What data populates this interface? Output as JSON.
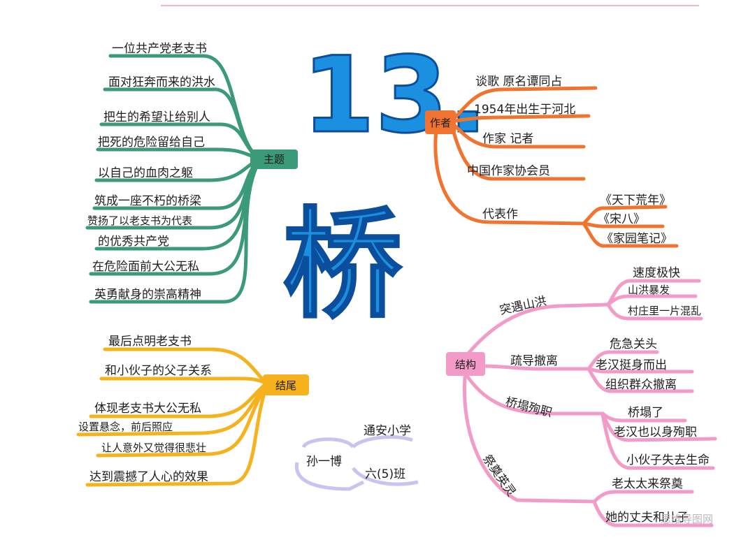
{
  "title": {
    "number": "13.",
    "name": "桥"
  },
  "colors": {
    "green": "#3b9a78",
    "orange": "#f0732f",
    "pink": "#f29ac8",
    "yellow": "#f6b21d",
    "lavender": "#c8c4f0",
    "blue": "#1b8fe0"
  },
  "branches": {
    "theme": {
      "label": "主题",
      "items": [
        "一位共产党老支书",
        "面对狂奔而来的洪水",
        "把生的希望让给别人",
        "把死的危险留给自己",
        "以自己的血肉之躯",
        "筑成一座不朽的桥梁",
        "赞扬了以老支书为代表",
        "的优秀共产党",
        "在危险面前大公无私",
        "英勇献身的崇高精神"
      ]
    },
    "author": {
      "label": "作者",
      "items": [
        "谈歌 原名谭同占",
        "1954年出生于河北",
        "作家 记者",
        "中国作家协会员",
        "代表作"
      ],
      "works": [
        "《天下荒年》",
        "《宋八》",
        "《家园笔记》"
      ]
    },
    "ending": {
      "label": "结尾",
      "items": [
        "最后点明老支书",
        "和小伙子的父子关系",
        "体现老支书大公无私",
        "设置悬念，前后照应",
        "让人意外又觉得很悲壮",
        "达到震撼了人心的效果"
      ]
    },
    "structure": {
      "label": "结构",
      "sections": [
        {
          "name": "突遇山洪",
          "details": [
            "速度极快",
            "山洪暴发",
            "村庄里一片混乱"
          ]
        },
        {
          "name": "疏导撤离",
          "details": [
            "危急关头",
            "老汉挺身而出",
            "组织群众撤离"
          ]
        },
        {
          "name": "桥塌殉职",
          "details": [
            "桥塌了",
            "老汉也以身殉职",
            "小伙子失去生命"
          ]
        },
        {
          "name": "祭奠英灵",
          "details": [
            "老太太来祭奠",
            "她的丈夫和儿子"
          ]
        }
      ]
    }
  },
  "signature": {
    "school": "通安小学",
    "name": "孙一博",
    "class": "六(5)班"
  },
  "watermark": "思维导图网"
}
